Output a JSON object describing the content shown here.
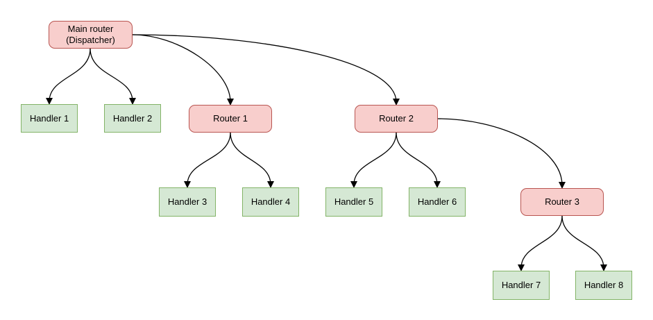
{
  "diagram": {
    "type": "tree-diagram",
    "background": "#ffffff",
    "colors": {
      "router_fill": "#f8cecc",
      "router_border": "#b85450",
      "handler_fill": "#d5e8d4",
      "handler_border": "#82b366",
      "edge_stroke": "#000000"
    },
    "nodes": {
      "main_router": "Main router\n(Dispatcher)",
      "handler_1": "Handler 1",
      "handler_2": "Handler 2",
      "router_1": "Router 1",
      "router_2": "Router 2",
      "handler_3": "Handler 3",
      "handler_4": "Handler 4",
      "handler_5": "Handler 5",
      "handler_6": "Handler 6",
      "router_3": "Router 3",
      "handler_7": "Handler 7",
      "handler_8": "Handler 8"
    },
    "edges": [
      {
        "from": "main_router",
        "to": "handler_1"
      },
      {
        "from": "main_router",
        "to": "handler_2"
      },
      {
        "from": "main_router",
        "to": "router_1"
      },
      {
        "from": "main_router",
        "to": "router_2"
      },
      {
        "from": "router_1",
        "to": "handler_3"
      },
      {
        "from": "router_1",
        "to": "handler_4"
      },
      {
        "from": "router_2",
        "to": "handler_5"
      },
      {
        "from": "router_2",
        "to": "handler_6"
      },
      {
        "from": "router_2",
        "to": "router_3"
      },
      {
        "from": "router_3",
        "to": "handler_7"
      },
      {
        "from": "router_3",
        "to": "handler_8"
      }
    ]
  }
}
